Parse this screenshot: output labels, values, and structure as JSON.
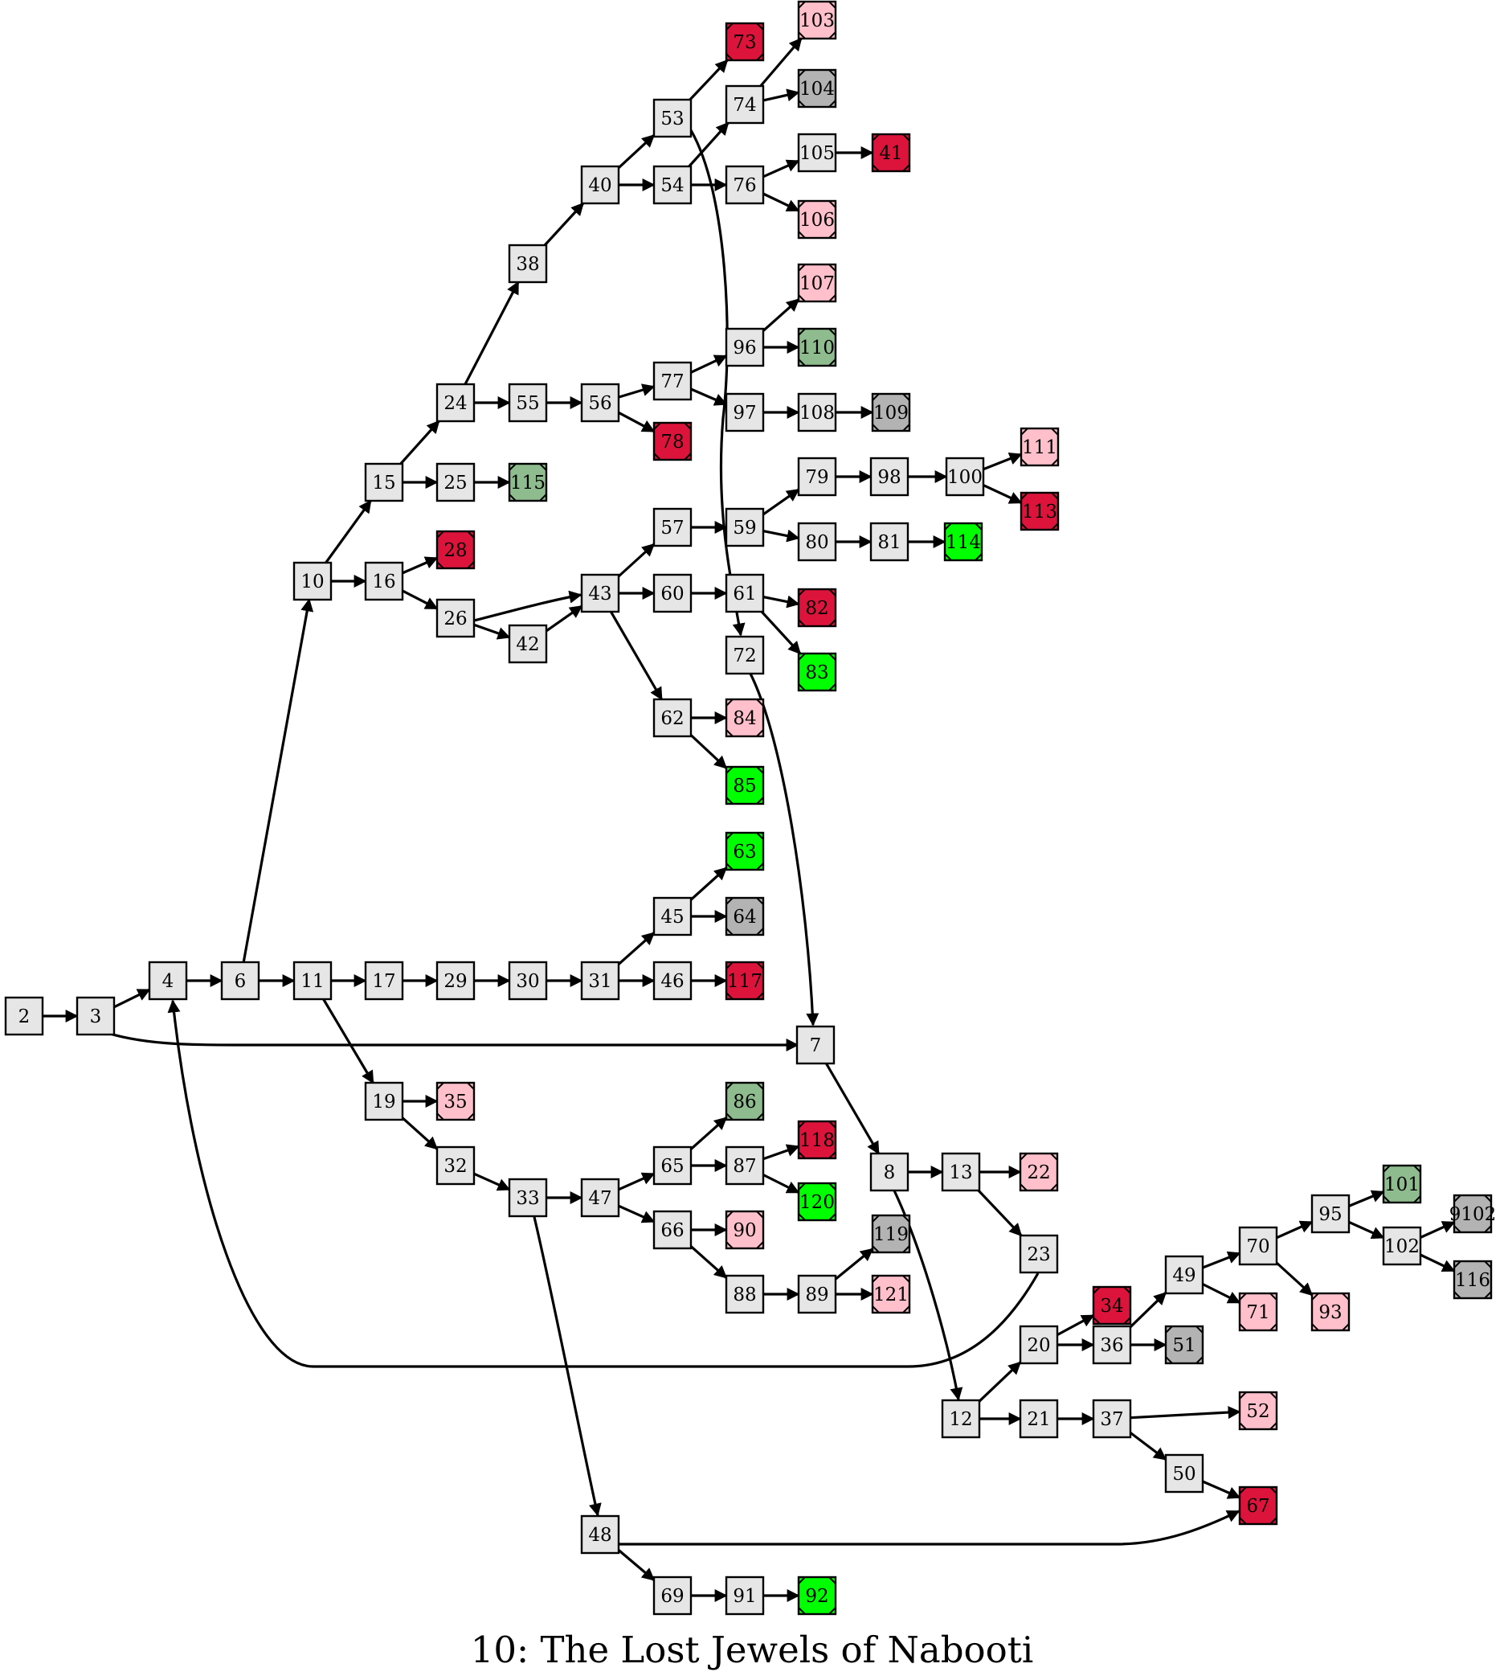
{
  "title": "10: The Lost Jewels of Nabooti",
  "colors": {
    "page": "#e6e6e6",
    "pink": "#ffc0cb",
    "red": "#dc143c",
    "green": "#00ff00",
    "sage": "#8fbc8f",
    "gray": "#b3b3b3"
  },
  "nodes": [
    {
      "id": "2",
      "kind": "page"
    },
    {
      "id": "3",
      "kind": "page"
    },
    {
      "id": "4",
      "kind": "page"
    },
    {
      "id": "6",
      "kind": "page"
    },
    {
      "id": "7",
      "kind": "page"
    },
    {
      "id": "8",
      "kind": "page"
    },
    {
      "id": "10",
      "kind": "page"
    },
    {
      "id": "11",
      "kind": "page"
    },
    {
      "id": "12",
      "kind": "page"
    },
    {
      "id": "13",
      "kind": "page"
    },
    {
      "id": "15",
      "kind": "page"
    },
    {
      "id": "16",
      "kind": "page"
    },
    {
      "id": "17",
      "kind": "page"
    },
    {
      "id": "19",
      "kind": "page"
    },
    {
      "id": "20",
      "kind": "page"
    },
    {
      "id": "21",
      "kind": "page"
    },
    {
      "id": "22",
      "kind": "pink"
    },
    {
      "id": "23",
      "kind": "page"
    },
    {
      "id": "24",
      "kind": "page"
    },
    {
      "id": "25",
      "kind": "page"
    },
    {
      "id": "26",
      "kind": "page"
    },
    {
      "id": "28",
      "kind": "red"
    },
    {
      "id": "29",
      "kind": "page"
    },
    {
      "id": "30",
      "kind": "page"
    },
    {
      "id": "31",
      "kind": "page"
    },
    {
      "id": "32",
      "kind": "page"
    },
    {
      "id": "33",
      "kind": "page"
    },
    {
      "id": "34",
      "kind": "red"
    },
    {
      "id": "35",
      "kind": "pink"
    },
    {
      "id": "36",
      "kind": "page"
    },
    {
      "id": "37",
      "kind": "page"
    },
    {
      "id": "38",
      "kind": "page"
    },
    {
      "id": "40",
      "kind": "page"
    },
    {
      "id": "41",
      "kind": "red"
    },
    {
      "id": "42",
      "kind": "page"
    },
    {
      "id": "43",
      "kind": "page"
    },
    {
      "id": "45",
      "kind": "page"
    },
    {
      "id": "46",
      "kind": "page"
    },
    {
      "id": "47",
      "kind": "page"
    },
    {
      "id": "48",
      "kind": "page"
    },
    {
      "id": "49",
      "kind": "page"
    },
    {
      "id": "50",
      "kind": "page"
    },
    {
      "id": "51",
      "kind": "gray"
    },
    {
      "id": "52",
      "kind": "pink"
    },
    {
      "id": "53",
      "kind": "page"
    },
    {
      "id": "54",
      "kind": "page"
    },
    {
      "id": "55",
      "kind": "page"
    },
    {
      "id": "56",
      "kind": "page"
    },
    {
      "id": "57",
      "kind": "page"
    },
    {
      "id": "59",
      "kind": "page"
    },
    {
      "id": "60",
      "kind": "page"
    },
    {
      "id": "61",
      "kind": "page"
    },
    {
      "id": "62",
      "kind": "page"
    },
    {
      "id": "63",
      "kind": "green"
    },
    {
      "id": "64",
      "kind": "gray"
    },
    {
      "id": "65",
      "kind": "page"
    },
    {
      "id": "66",
      "kind": "page"
    },
    {
      "id": "67",
      "kind": "red"
    },
    {
      "id": "69",
      "kind": "page"
    },
    {
      "id": "70",
      "kind": "page"
    },
    {
      "id": "71",
      "kind": "pink"
    },
    {
      "id": "72",
      "kind": "page"
    },
    {
      "id": "73",
      "kind": "red"
    },
    {
      "id": "74",
      "kind": "page"
    },
    {
      "id": "76",
      "kind": "page"
    },
    {
      "id": "77",
      "kind": "page"
    },
    {
      "id": "78",
      "kind": "red"
    },
    {
      "id": "79",
      "kind": "page"
    },
    {
      "id": "80",
      "kind": "page"
    },
    {
      "id": "81",
      "kind": "page"
    },
    {
      "id": "82",
      "kind": "red"
    },
    {
      "id": "83",
      "kind": "green"
    },
    {
      "id": "84",
      "kind": "pink"
    },
    {
      "id": "85",
      "kind": "green"
    },
    {
      "id": "86",
      "kind": "sage"
    },
    {
      "id": "87",
      "kind": "page"
    },
    {
      "id": "88",
      "kind": "page"
    },
    {
      "id": "89",
      "kind": "page"
    },
    {
      "id": "90",
      "kind": "pink"
    },
    {
      "id": "91",
      "kind": "page"
    },
    {
      "id": "92",
      "kind": "green"
    },
    {
      "id": "93",
      "kind": "pink"
    },
    {
      "id": "95",
      "kind": "page"
    },
    {
      "id": "96",
      "kind": "page"
    },
    {
      "id": "97",
      "kind": "page"
    },
    {
      "id": "98",
      "kind": "page"
    },
    {
      "id": "100",
      "kind": "page"
    },
    {
      "id": "101",
      "kind": "sage"
    },
    {
      "id": "102",
      "kind": "page"
    },
    {
      "id": "9102",
      "kind": "gray"
    },
    {
      "id": "103",
      "kind": "pink"
    },
    {
      "id": "104",
      "kind": "gray"
    },
    {
      "id": "105",
      "kind": "page"
    },
    {
      "id": "106",
      "kind": "pink"
    },
    {
      "id": "107",
      "kind": "pink"
    },
    {
      "id": "108",
      "kind": "page"
    },
    {
      "id": "109",
      "kind": "gray"
    },
    {
      "id": "110",
      "kind": "sage"
    },
    {
      "id": "111",
      "kind": "pink"
    },
    {
      "id": "113",
      "kind": "red"
    },
    {
      "id": "114",
      "kind": "green"
    },
    {
      "id": "115",
      "kind": "sage"
    },
    {
      "id": "116",
      "kind": "gray"
    },
    {
      "id": "117",
      "kind": "red"
    },
    {
      "id": "118",
      "kind": "red"
    },
    {
      "id": "119",
      "kind": "gray"
    },
    {
      "id": "120",
      "kind": "green"
    },
    {
      "id": "121",
      "kind": "pink"
    }
  ],
  "edges": [
    [
      "2",
      "3"
    ],
    [
      "3",
      "4"
    ],
    [
      "3",
      "7"
    ],
    [
      "4",
      "6"
    ],
    [
      "6",
      "10"
    ],
    [
      "6",
      "11"
    ],
    [
      "10",
      "15"
    ],
    [
      "10",
      "16"
    ],
    [
      "15",
      "24"
    ],
    [
      "15",
      "25"
    ],
    [
      "16",
      "28"
    ],
    [
      "16",
      "26"
    ],
    [
      "24",
      "38"
    ],
    [
      "24",
      "55"
    ],
    [
      "25",
      "115"
    ],
    [
      "26",
      "43"
    ],
    [
      "26",
      "42"
    ],
    [
      "42",
      "43"
    ],
    [
      "38",
      "40"
    ],
    [
      "40",
      "53"
    ],
    [
      "40",
      "54"
    ],
    [
      "53",
      "73"
    ],
    [
      "53",
      "72"
    ],
    [
      "54",
      "74"
    ],
    [
      "54",
      "76"
    ],
    [
      "74",
      "103"
    ],
    [
      "74",
      "104"
    ],
    [
      "76",
      "105"
    ],
    [
      "76",
      "106"
    ],
    [
      "105",
      "41"
    ],
    [
      "55",
      "56"
    ],
    [
      "56",
      "77"
    ],
    [
      "56",
      "78"
    ],
    [
      "77",
      "96"
    ],
    [
      "77",
      "97"
    ],
    [
      "96",
      "107"
    ],
    [
      "96",
      "110"
    ],
    [
      "97",
      "108"
    ],
    [
      "108",
      "109"
    ],
    [
      "43",
      "57"
    ],
    [
      "43",
      "60"
    ],
    [
      "43",
      "62"
    ],
    [
      "57",
      "59"
    ],
    [
      "59",
      "79"
    ],
    [
      "59",
      "80"
    ],
    [
      "79",
      "98"
    ],
    [
      "98",
      "100"
    ],
    [
      "100",
      "111"
    ],
    [
      "100",
      "113"
    ],
    [
      "80",
      "81"
    ],
    [
      "81",
      "114"
    ],
    [
      "60",
      "61"
    ],
    [
      "61",
      "82"
    ],
    [
      "61",
      "83"
    ],
    [
      "62",
      "84"
    ],
    [
      "62",
      "85"
    ],
    [
      "72",
      "7"
    ],
    [
      "11",
      "17"
    ],
    [
      "11",
      "19"
    ],
    [
      "17",
      "29"
    ],
    [
      "29",
      "30"
    ],
    [
      "30",
      "31"
    ],
    [
      "31",
      "45"
    ],
    [
      "31",
      "46"
    ],
    [
      "45",
      "63"
    ],
    [
      "45",
      "64"
    ],
    [
      "46",
      "117"
    ],
    [
      "19",
      "35"
    ],
    [
      "19",
      "32"
    ],
    [
      "32",
      "33"
    ],
    [
      "33",
      "47"
    ],
    [
      "33",
      "48"
    ],
    [
      "47",
      "65"
    ],
    [
      "47",
      "66"
    ],
    [
      "65",
      "86"
    ],
    [
      "65",
      "87"
    ],
    [
      "87",
      "118"
    ],
    [
      "87",
      "120"
    ],
    [
      "66",
      "90"
    ],
    [
      "66",
      "88"
    ],
    [
      "88",
      "89"
    ],
    [
      "89",
      "119"
    ],
    [
      "89",
      "121"
    ],
    [
      "48",
      "67"
    ],
    [
      "48",
      "69"
    ],
    [
      "69",
      "91"
    ],
    [
      "91",
      "92"
    ],
    [
      "7",
      "8"
    ],
    [
      "8",
      "13"
    ],
    [
      "8",
      "12"
    ],
    [
      "13",
      "22"
    ],
    [
      "13",
      "23"
    ],
    [
      "23",
      "4"
    ],
    [
      "12",
      "20"
    ],
    [
      "12",
      "21"
    ],
    [
      "20",
      "34"
    ],
    [
      "20",
      "36"
    ],
    [
      "36",
      "49"
    ],
    [
      "36",
      "51"
    ],
    [
      "49",
      "70"
    ],
    [
      "49",
      "71"
    ],
    [
      "70",
      "95"
    ],
    [
      "70",
      "93"
    ],
    [
      "95",
      "101"
    ],
    [
      "95",
      "102"
    ],
    [
      "102",
      "9102"
    ],
    [
      "102",
      "116"
    ],
    [
      "21",
      "37"
    ],
    [
      "37",
      "52"
    ],
    [
      "37",
      "50"
    ],
    [
      "50",
      "67"
    ]
  ]
}
